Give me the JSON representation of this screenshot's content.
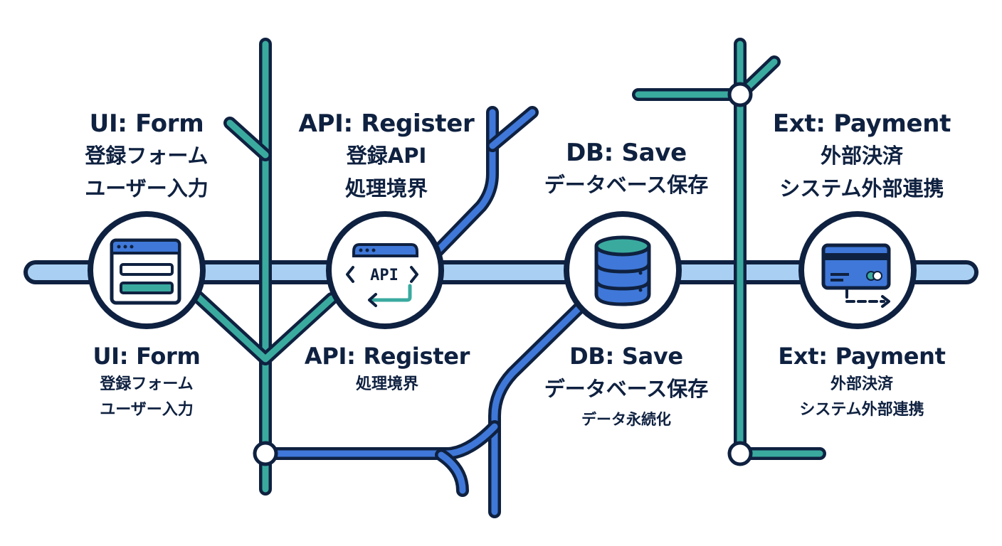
{
  "colors": {
    "navy": "#0f2140",
    "teal": "#3aaa9f",
    "blue": "#3f78d8",
    "light_blue": "#a9d0f2"
  },
  "stations": [
    {
      "id": "ui",
      "icon": "form-window-icon",
      "top_label": {
        "title": "UI: Form",
        "lines": [
          "登録フォーム",
          "ユーザー入力"
        ]
      },
      "bottom_label": {
        "title": "UI: Form",
        "lines": [
          "登録フォーム",
          "ユーザー入力"
        ]
      }
    },
    {
      "id": "api",
      "icon": "api-window-icon",
      "icon_text": "API",
      "top_label": {
        "title": "API: Register",
        "lines": [
          "登録API",
          "処理境界"
        ]
      },
      "bottom_label": {
        "title": "API: Register",
        "lines": [
          "処理境界"
        ]
      }
    },
    {
      "id": "db",
      "icon": "database-icon",
      "top_label": {
        "title": "DB: Save",
        "lines": [
          "データベース保存"
        ]
      },
      "bottom_label": {
        "title": "DB: Save",
        "lines": [
          "データベース保存",
          "データ永続化"
        ]
      }
    },
    {
      "id": "ext",
      "icon": "credit-card-icon",
      "top_label": {
        "title": "Ext: Payment",
        "lines": [
          "外部決済",
          "システム外部連携"
        ]
      },
      "bottom_label": {
        "title": "Ext: Payment",
        "lines": [
          "外部決済",
          "システム外部連携"
        ]
      }
    }
  ]
}
